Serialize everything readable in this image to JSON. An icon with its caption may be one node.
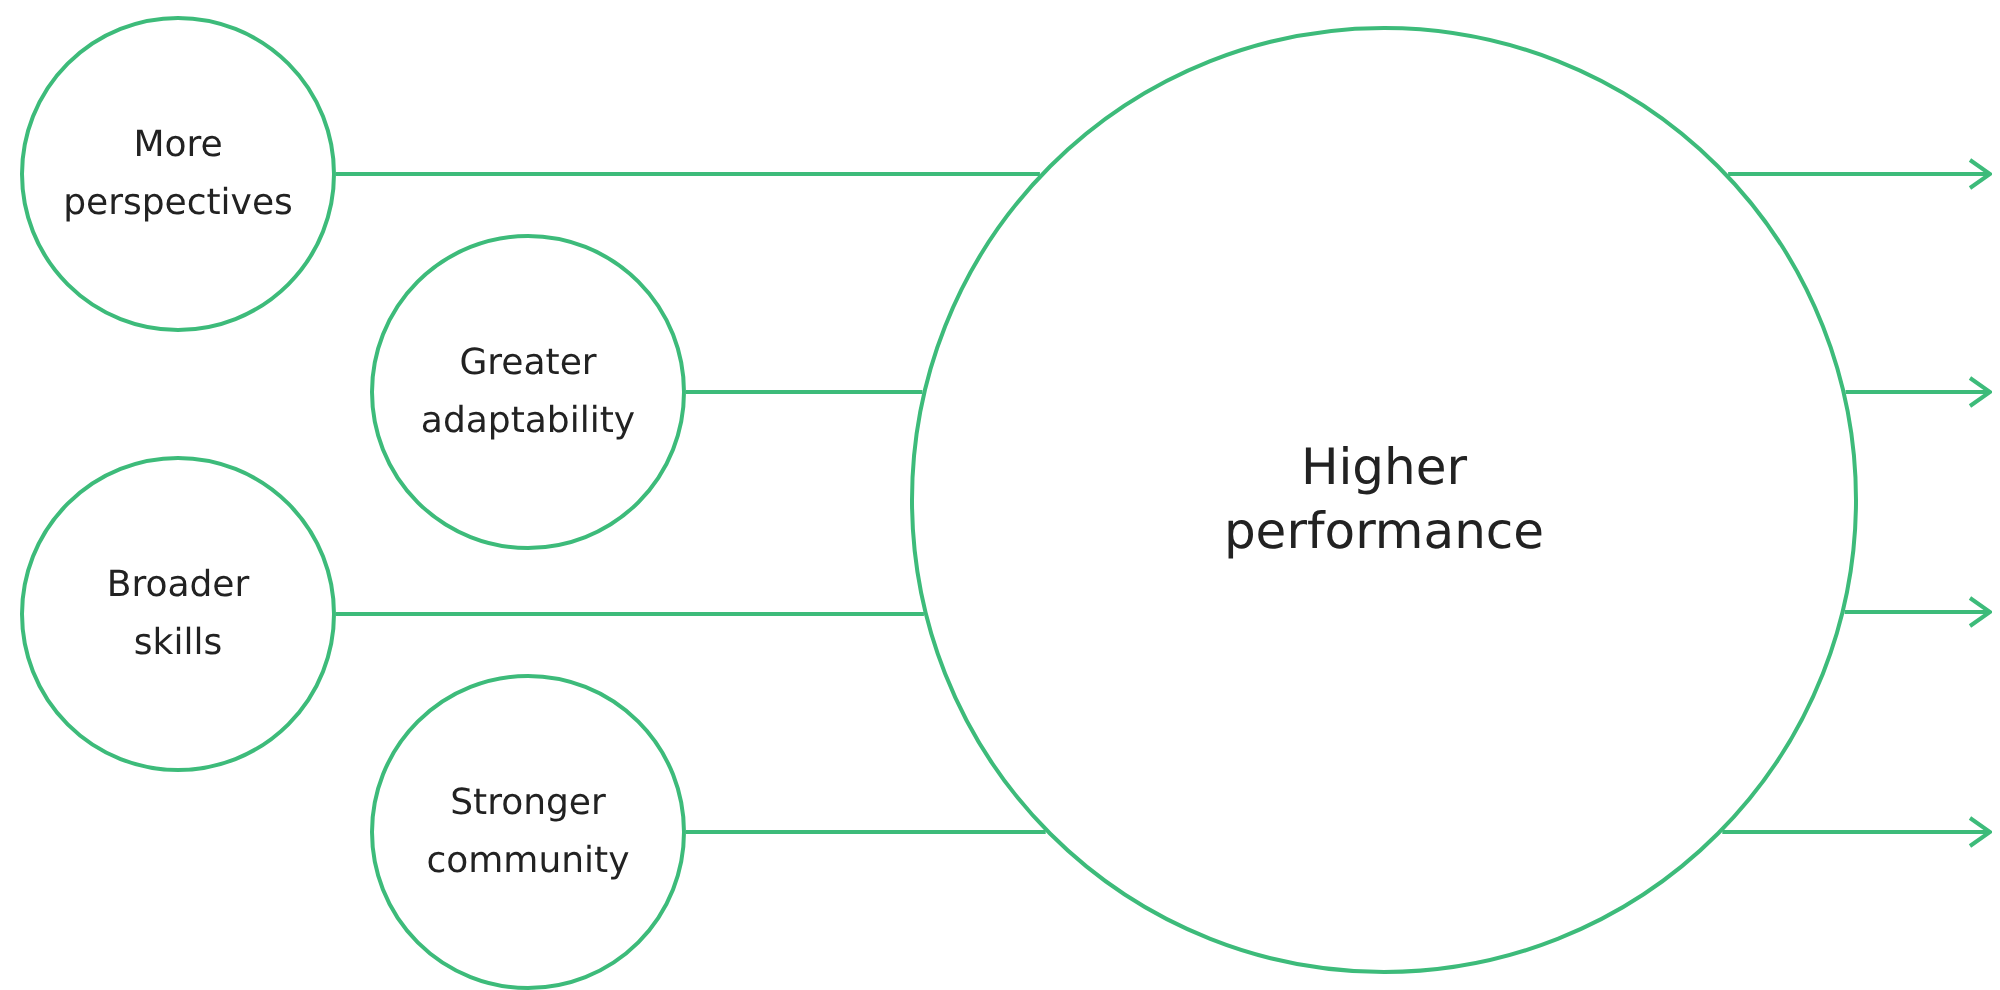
{
  "diagram": {
    "nodes": [
      {
        "text": [
          "More perspectives"
        ]
      },
      {
        "text": [
          "Greater adaptability"
        ]
      },
      {
        "text": [
          "Broader skills"
        ]
      },
      {
        "text": [
          "Stronger community"
        ]
      },
      {
        "text": [
          "Higher performance"
        ]
      }
    ],
    "edges": [
      {
        "from": 0,
        "to": 4,
        "arrow": "none"
      },
      {
        "from": 1,
        "to": 4,
        "arrow": "none"
      },
      {
        "from": 2,
        "to": 4,
        "arrow": "none"
      },
      {
        "from": 3,
        "to": 4,
        "arrow": "none"
      },
      {
        "from": 4,
        "to": null,
        "arrow": "to"
      },
      {
        "from": 4,
        "to": null,
        "arrow": "to"
      },
      {
        "from": 4,
        "to": null,
        "arrow": "to"
      },
      {
        "from": 4,
        "to": null,
        "arrow": "to"
      }
    ]
  }
}
